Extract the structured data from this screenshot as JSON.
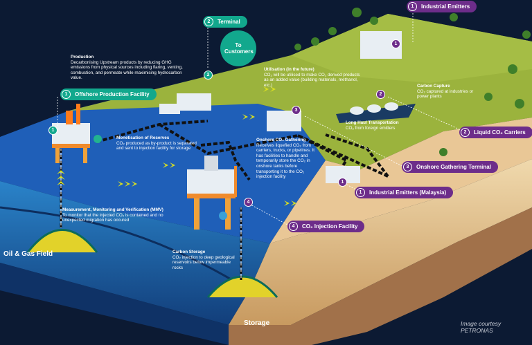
{
  "stages": {
    "offshore_production": {
      "num": "1",
      "label": "Offshore Production Facility"
    },
    "terminal": {
      "num": "2",
      "label": "Terminal"
    },
    "industrial_emitters": {
      "num": "1",
      "label": "Industrial Emitters"
    },
    "liquid_co2_carriers": {
      "num": "2",
      "label": "Liquid CO₂ Carriers"
    },
    "onshore_gathering": {
      "num": "3",
      "label": "Onshore Gathering Terminal"
    },
    "industrial_emitters_my": {
      "num": "1",
      "label": "Industrial Emitters (Malaysia)"
    },
    "injection_facility": {
      "num": "4",
      "label": "CO₂ Injection Facility"
    }
  },
  "to_customers": "To Customers",
  "markers": {
    "m1_platform": "1",
    "m2_terminal": "2",
    "m1_emitter_top": "1",
    "m2_carrier": "2",
    "m3_gathering": "3",
    "m1_emitter_my": "1",
    "m4_injection": "4"
  },
  "descriptions": {
    "production": {
      "title": "Production",
      "body": "Decarbonising Upstream products by reducing GHG emissions from physical sources including flaring, venting, combustion, and permeate while maximising hydrocarbon value."
    },
    "utilisation": {
      "title": "Utilisation (in the future)",
      "body": "CO₂ will be utilised to make CO₂ derived products as an added value (building materials, methanol, etc.)"
    },
    "carbon_capture": {
      "title": "Carbon Capture",
      "body": "CO₂ captured at industries or power plants"
    },
    "long_haul": {
      "title": "Long Haul Transportation",
      "body": "CO₂ from foreign emitters"
    },
    "monetisation": {
      "title": "Monetisation of Reserves",
      "body": "CO₂ produced as by-product is separated and sent to injection facility for storage"
    },
    "onshore_gathering": {
      "title": "Onshore CO₂ Gathering",
      "body": "Receives liquefied CO₂ from carriers, trucks, or pipelines. It has facilities to handle and temporarily store the CO₂ in onshore tanks before transporting it to the CO₂ injection facility"
    },
    "mmv": {
      "title": "Measurement, Monitoring and Verification (MMV)",
      "body": "To monitor that the injected CO₂ is contained and no unexpected migration has occured"
    },
    "carbon_storage": {
      "title": "Carbon Storage",
      "body": "CO₂ injection to deep geological reservoirs below impermeable rocks"
    }
  },
  "oil_gas_field": "Oil & Gas Field",
  "storage": "Storage",
  "credit": "Image courtesy PETRONAS",
  "colors": {
    "background": "#0c1a33",
    "sea": "#1f5fb8",
    "land": "#9bb33d",
    "teal": "#12a88d",
    "purple": "#6d2d8a",
    "chevron": "#d9e020",
    "sand": "#e9c796"
  }
}
